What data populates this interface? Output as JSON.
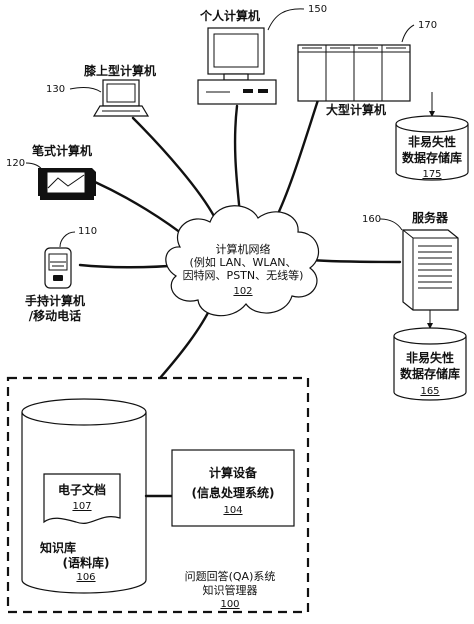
{
  "network": {
    "line1": "计算机网络",
    "line2": "(例如 LAN、WLAN、",
    "line3": "因特网、PSTN、无线等)",
    "ref": "102"
  },
  "devices": {
    "personal": {
      "label": "个人计算机",
      "ref": "150"
    },
    "laptop": {
      "label": "膝上型计算机",
      "ref": "130"
    },
    "pen": {
      "label": "笔式计算机",
      "ref": "120"
    },
    "handheld": {
      "line1": "手持计算机",
      "line2": "/移动电话",
      "ref": "110"
    },
    "mainframe": {
      "label": "大型计算机",
      "ref": "170"
    },
    "server": {
      "label": "服务器",
      "ref": "160"
    }
  },
  "storage_top": {
    "line1": "非易失性",
    "line2": "数据存储库",
    "ref": "175"
  },
  "storage_bottom": {
    "line1": "非易失性",
    "line2": "数据存储库",
    "ref": "165"
  },
  "qa_system": {
    "knowledge_base": {
      "line1": "知识库",
      "line2": "(语料库)",
      "ref": "106"
    },
    "document": {
      "label": "电子文档",
      "ref": "107"
    },
    "computing_device": {
      "line1": "计算设备",
      "line2": "(信息处理系统)",
      "ref": "104"
    },
    "system": {
      "line1": "问题回答(QA)系统",
      "line2": "知识管理器",
      "ref": "100"
    }
  }
}
